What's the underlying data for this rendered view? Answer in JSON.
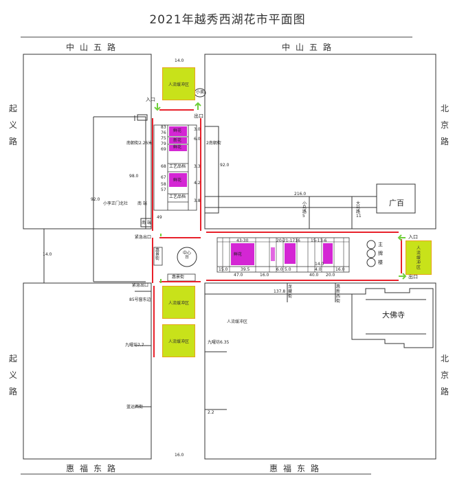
{
  "title": "2021年越秀西湖花市平面图",
  "roads": {
    "top_left": "中山五路",
    "top_right": "中山五路",
    "bottom_left": "惠福东路",
    "bottom_right": "惠福东路",
    "left_upper": "起义路",
    "left_lower": "起义路",
    "right_upper": "北京路",
    "right_lower": "北京路"
  },
  "buffer_zone": "人流缓冲区",
  "labels": {
    "entrance": "入口",
    "exit": "出口",
    "flower_fresh": "鲜花",
    "flower_new": "新花",
    "craft": "工艺品档",
    "main_stage": "主牌楼",
    "center_stage": "中心台",
    "guangbai": "广百",
    "dafosi": "大佛寺",
    "emergency_exit": "紧急出口",
    "small_shop": "小卖",
    "dema_street": "大马路11",
    "xiaoma_street": "小马路5",
    "nanchao_street": "南朝街2.26米",
    "nanchao2": "2南朝街",
    "xiaoyijie": "小孪正门北社",
    "nanguan": "南 端",
    "nanguan2": "南 端",
    "huijing": "惠景街",
    "jiuyao_left": "九曜坊7.7",
    "jiuyao_right": "九曜坊6.35",
    "yunshan": "蓝运西街",
    "n85": "85号窗东边",
    "longcang": "龙藏街",
    "huixin": "惠新西街",
    "n22": "2.2",
    "stall_a": "43-30",
    "stall_b": "20-21-1716",
    "stall_c": "15-13-6",
    "n83": "83",
    "n76": "76",
    "n75": "75",
    "n79": "79",
    "n69": "69",
    "n68": "68",
    "n67": "67",
    "n58": "58",
    "n57": "57",
    "dim_140": "14.0",
    "dim_160": "16.0",
    "dim_2160": "216.0",
    "dim_920": "92.0",
    "dim_980": "98.0",
    "dim_140b": "14.0",
    "dim_1378": "137.8",
    "dim_150": "15.0",
    "dim_470": "47.0",
    "dim_160b": "16.0",
    "dim_400": "40.0",
    "dim_200": "20.0",
    "dim_60": "6.0",
    "dim_50": "5.0",
    "dim_40": "4.0",
    "dim_140c": "14.0",
    "dim_160c": "16.0",
    "dim_395": "39.5",
    "dim_920b": "92.0",
    "dim_49": "49",
    "dim_30": "3.0",
    "dim_60b": "6.0",
    "dim_33": "3.3",
    "dim_42": "4.2",
    "dim_38": "3.8"
  },
  "colors": {
    "red_line": "#e8202a",
    "green_arrow": "#6fcf3a",
    "magenta": "#d426d4",
    "buffer_yellow": "#c8e21a",
    "buffer_border": "#e8a21a"
  }
}
